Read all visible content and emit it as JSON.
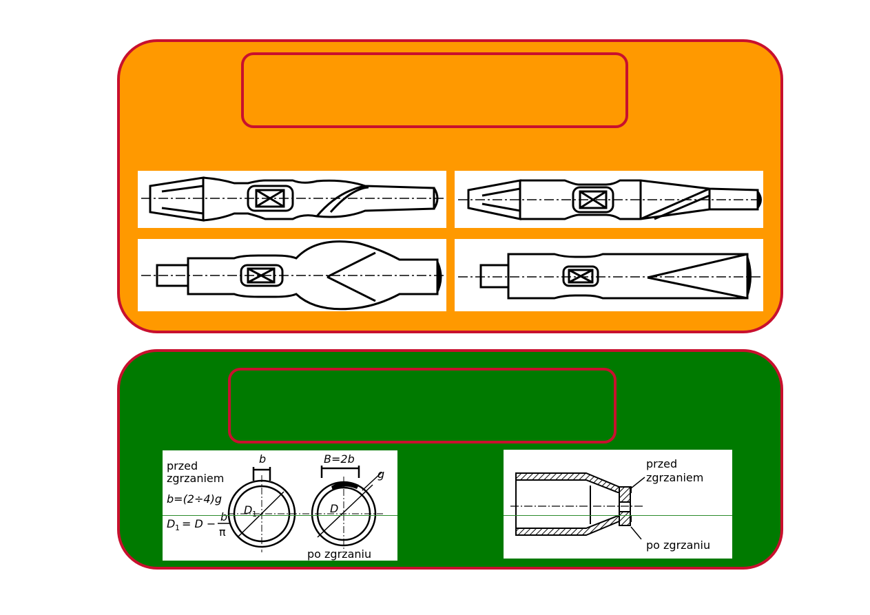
{
  "colors": {
    "top_panel": "#ff9900",
    "bottom_panel": "#007a00",
    "border": "#c8102e"
  },
  "top_section": {
    "title": ""
  },
  "bottom_section": {
    "title": "",
    "left_figure": {
      "label_before_1": "przed",
      "label_before_2": "zgrzaniem",
      "formula_b": "b=(2÷4)g",
      "formula_d1_left": "D",
      "formula_d1_sub": "1",
      "formula_d1_eq": "= D −",
      "formula_frac_num": "b",
      "formula_frac_den": "π",
      "dim_b": "b",
      "dim_B": "B=2b",
      "dim_g": "g",
      "dim_D1": "D",
      "dim_D1_sub": "1",
      "dim_D": "D",
      "label_after": "po zgrzaniu"
    },
    "right_figure": {
      "label_before_1": "przed",
      "label_before_2": "zgrzaniem",
      "label_after": "po zgrzaniu"
    }
  }
}
